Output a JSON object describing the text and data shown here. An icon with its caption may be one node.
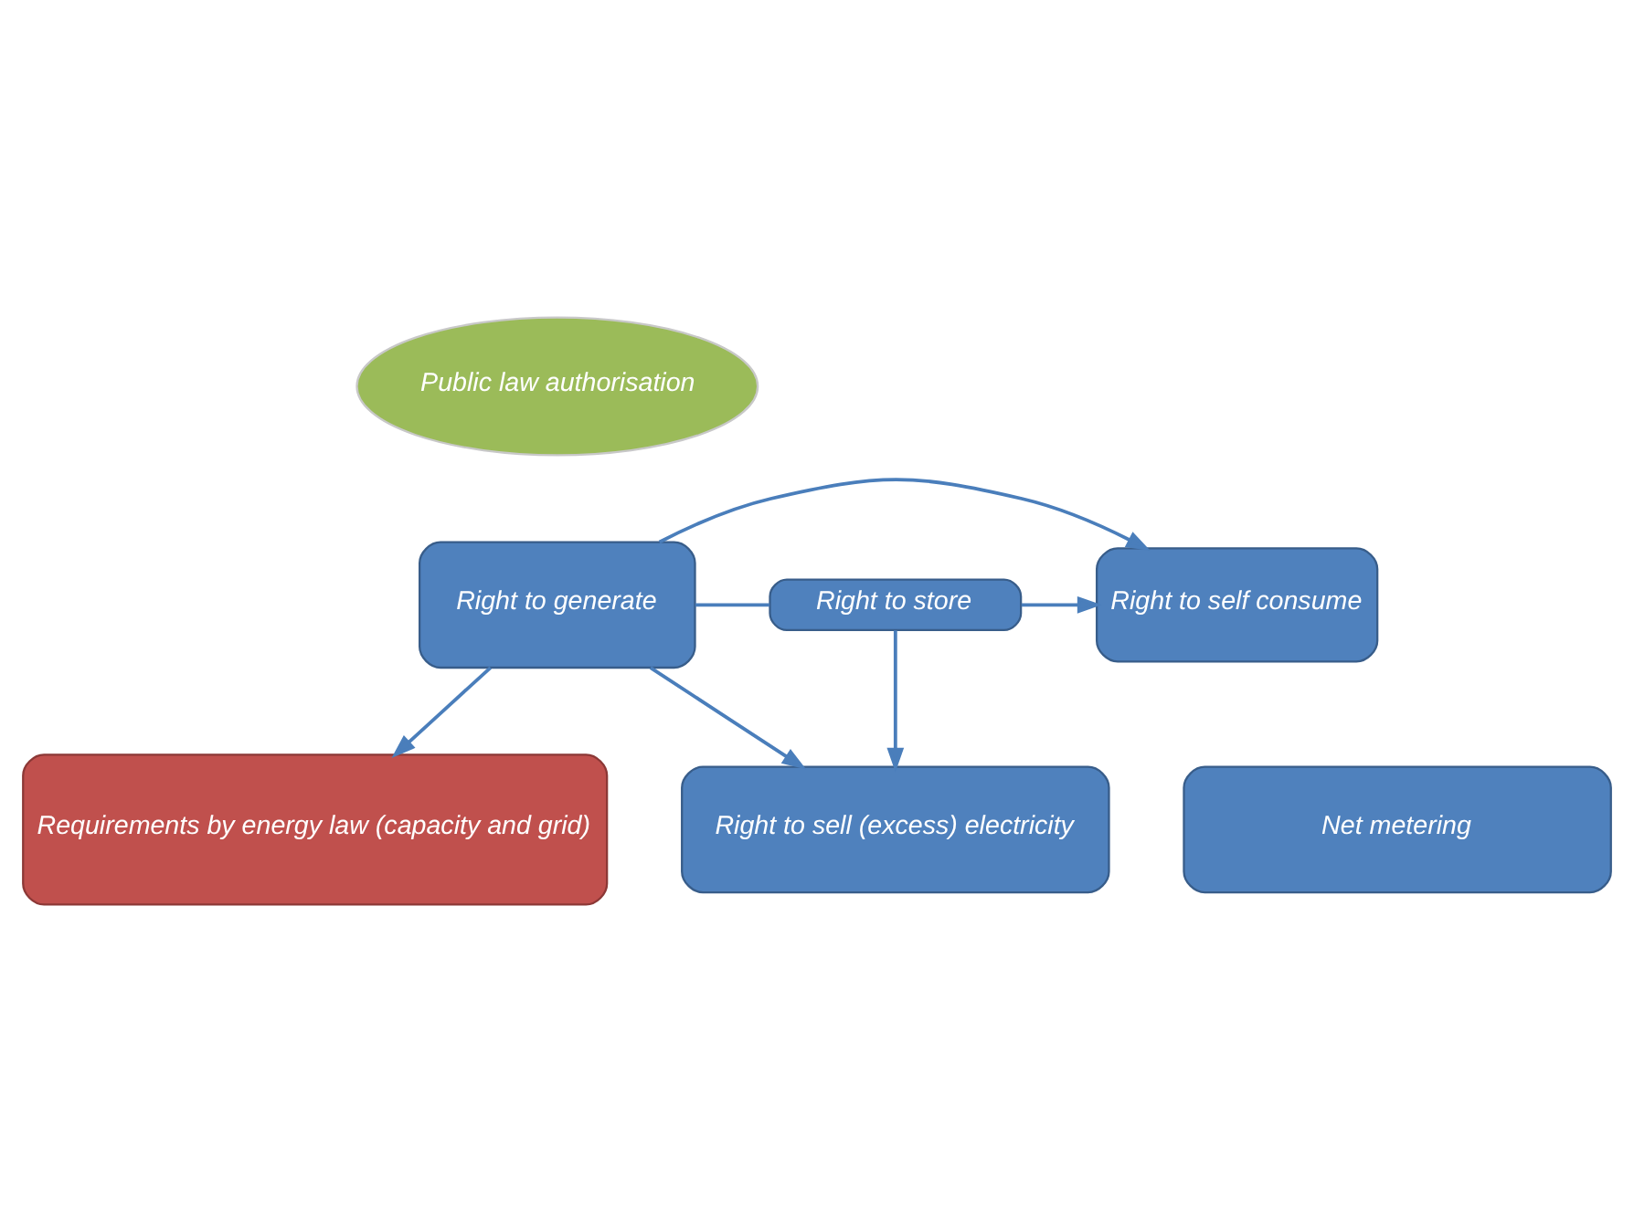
{
  "diagram": {
    "nodes": [
      {
        "text": [
          "Public law authorisation"
        ]
      },
      {
        "text": [
          "Right to generate"
        ]
      },
      {
        "text": [
          "Right to store"
        ]
      },
      {
        "text": [
          "Right to self consume"
        ]
      },
      {
        "text": [
          "Requirements by energy law (capacity and grid)"
        ]
      },
      {
        "text": [
          "Right to sell (excess) electricity"
        ]
      },
      {
        "text": [
          "Net metering"
        ]
      }
    ],
    "edges": [
      {
        "from": 1,
        "to": 3,
        "arrow": "to"
      },
      {
        "from": 1,
        "to": 2,
        "arrow": "none"
      },
      {
        "from": 2,
        "to": 3,
        "arrow": "to"
      },
      {
        "from": 1,
        "to": 4,
        "arrow": "to"
      },
      {
        "from": 1,
        "to": 5,
        "arrow": "to"
      },
      {
        "from": 2,
        "to": 5,
        "arrow": "to"
      }
    ]
  }
}
